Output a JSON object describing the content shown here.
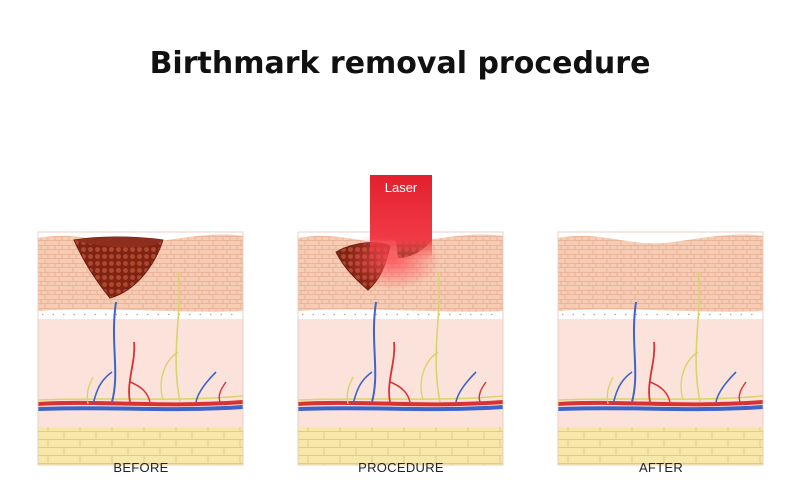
{
  "title": "Birthmark removal procedure",
  "laser": {
    "label": "Laser"
  },
  "panels": [
    {
      "id": "before",
      "caption": "BEFORE",
      "birthmark": "full"
    },
    {
      "id": "procedure",
      "caption": "PROCEDURE",
      "birthmark": "partial"
    },
    {
      "id": "after",
      "caption": "AFTER",
      "birthmark": "none"
    }
  ],
  "colors": {
    "epidermis": "#f6cdb4",
    "dermis": "#fbe3dc",
    "fat": "#f7e7a8",
    "birthmark": "#8e2e1f",
    "laser": "#e3202e",
    "artery": "#d93232",
    "vein": "#3f64c8",
    "nerve": "#d7d56a"
  }
}
